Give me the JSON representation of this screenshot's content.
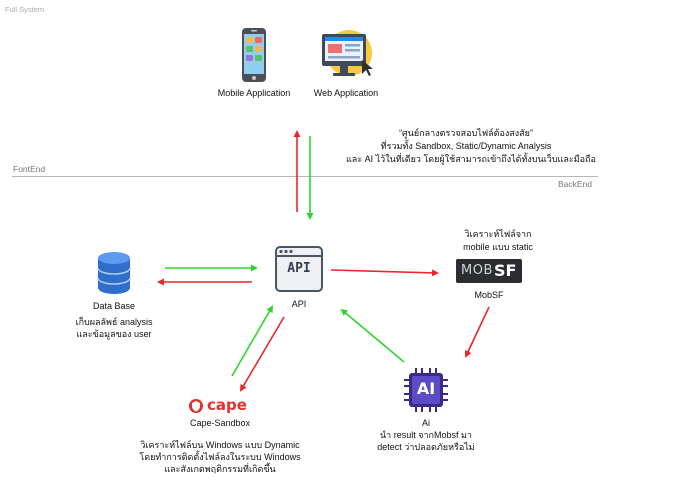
{
  "title": "Full System",
  "regions": {
    "frontend": "FontEnd",
    "backend": "BackEnd"
  },
  "mobile_app": {
    "label": "Mobile Application",
    "icon": "smartphone-icon"
  },
  "web_app": {
    "label": "Web Application",
    "icon": "browser-monitor-icon"
  },
  "center_note": {
    "line1": "“ศูนย์กลางตรวจสอบไฟล์ต้องสงสัย”",
    "line2": "ที่รวมทั้ง Sandbox, Static/Dynamic Analysis",
    "line3": "และ AI ไว้ในที่เดียว โดยผู้ใช้สามารถเข้าถึงได้ทั้งบนเว็บและมือถือ"
  },
  "api": {
    "icon_text": "API",
    "label": "API"
  },
  "database": {
    "label": "Data Base",
    "desc1": "เก็บผลลัพธ์ analysis",
    "desc2": "และข้อมูลของ user",
    "icon": "database-icon"
  },
  "mobsf": {
    "desc1": "วิเคราะห์ไฟล์จาก",
    "desc2": "mobile แบบ static",
    "logo_prefix": "MOB",
    "logo_suffix": "SF",
    "label": "MobSF"
  },
  "cape": {
    "logo": "cape",
    "label": "Cape-Sandbox",
    "desc1": "วิเคราะห์ไฟล์บน Windows แบบ Dynamic",
    "desc2": "โดยทำการติดตั้งไฟล์ลงในระบบ Windows",
    "desc3": "และสังเกตพฤติกรรมที่เกิดขึ้น"
  },
  "ai": {
    "chip_text": "AI",
    "label": "Ai",
    "desc1": "นำ result จากMobsf มา",
    "desc2": "detect ว่าปลอดภัยหรือไม่"
  },
  "colors": {
    "request_arrow": "#e8262b",
    "response_arrow": "#2fd52f",
    "db_blue": "#3a7bd5",
    "ai_purple": "#3b2a8a",
    "cape_red": "#e3312b"
  }
}
